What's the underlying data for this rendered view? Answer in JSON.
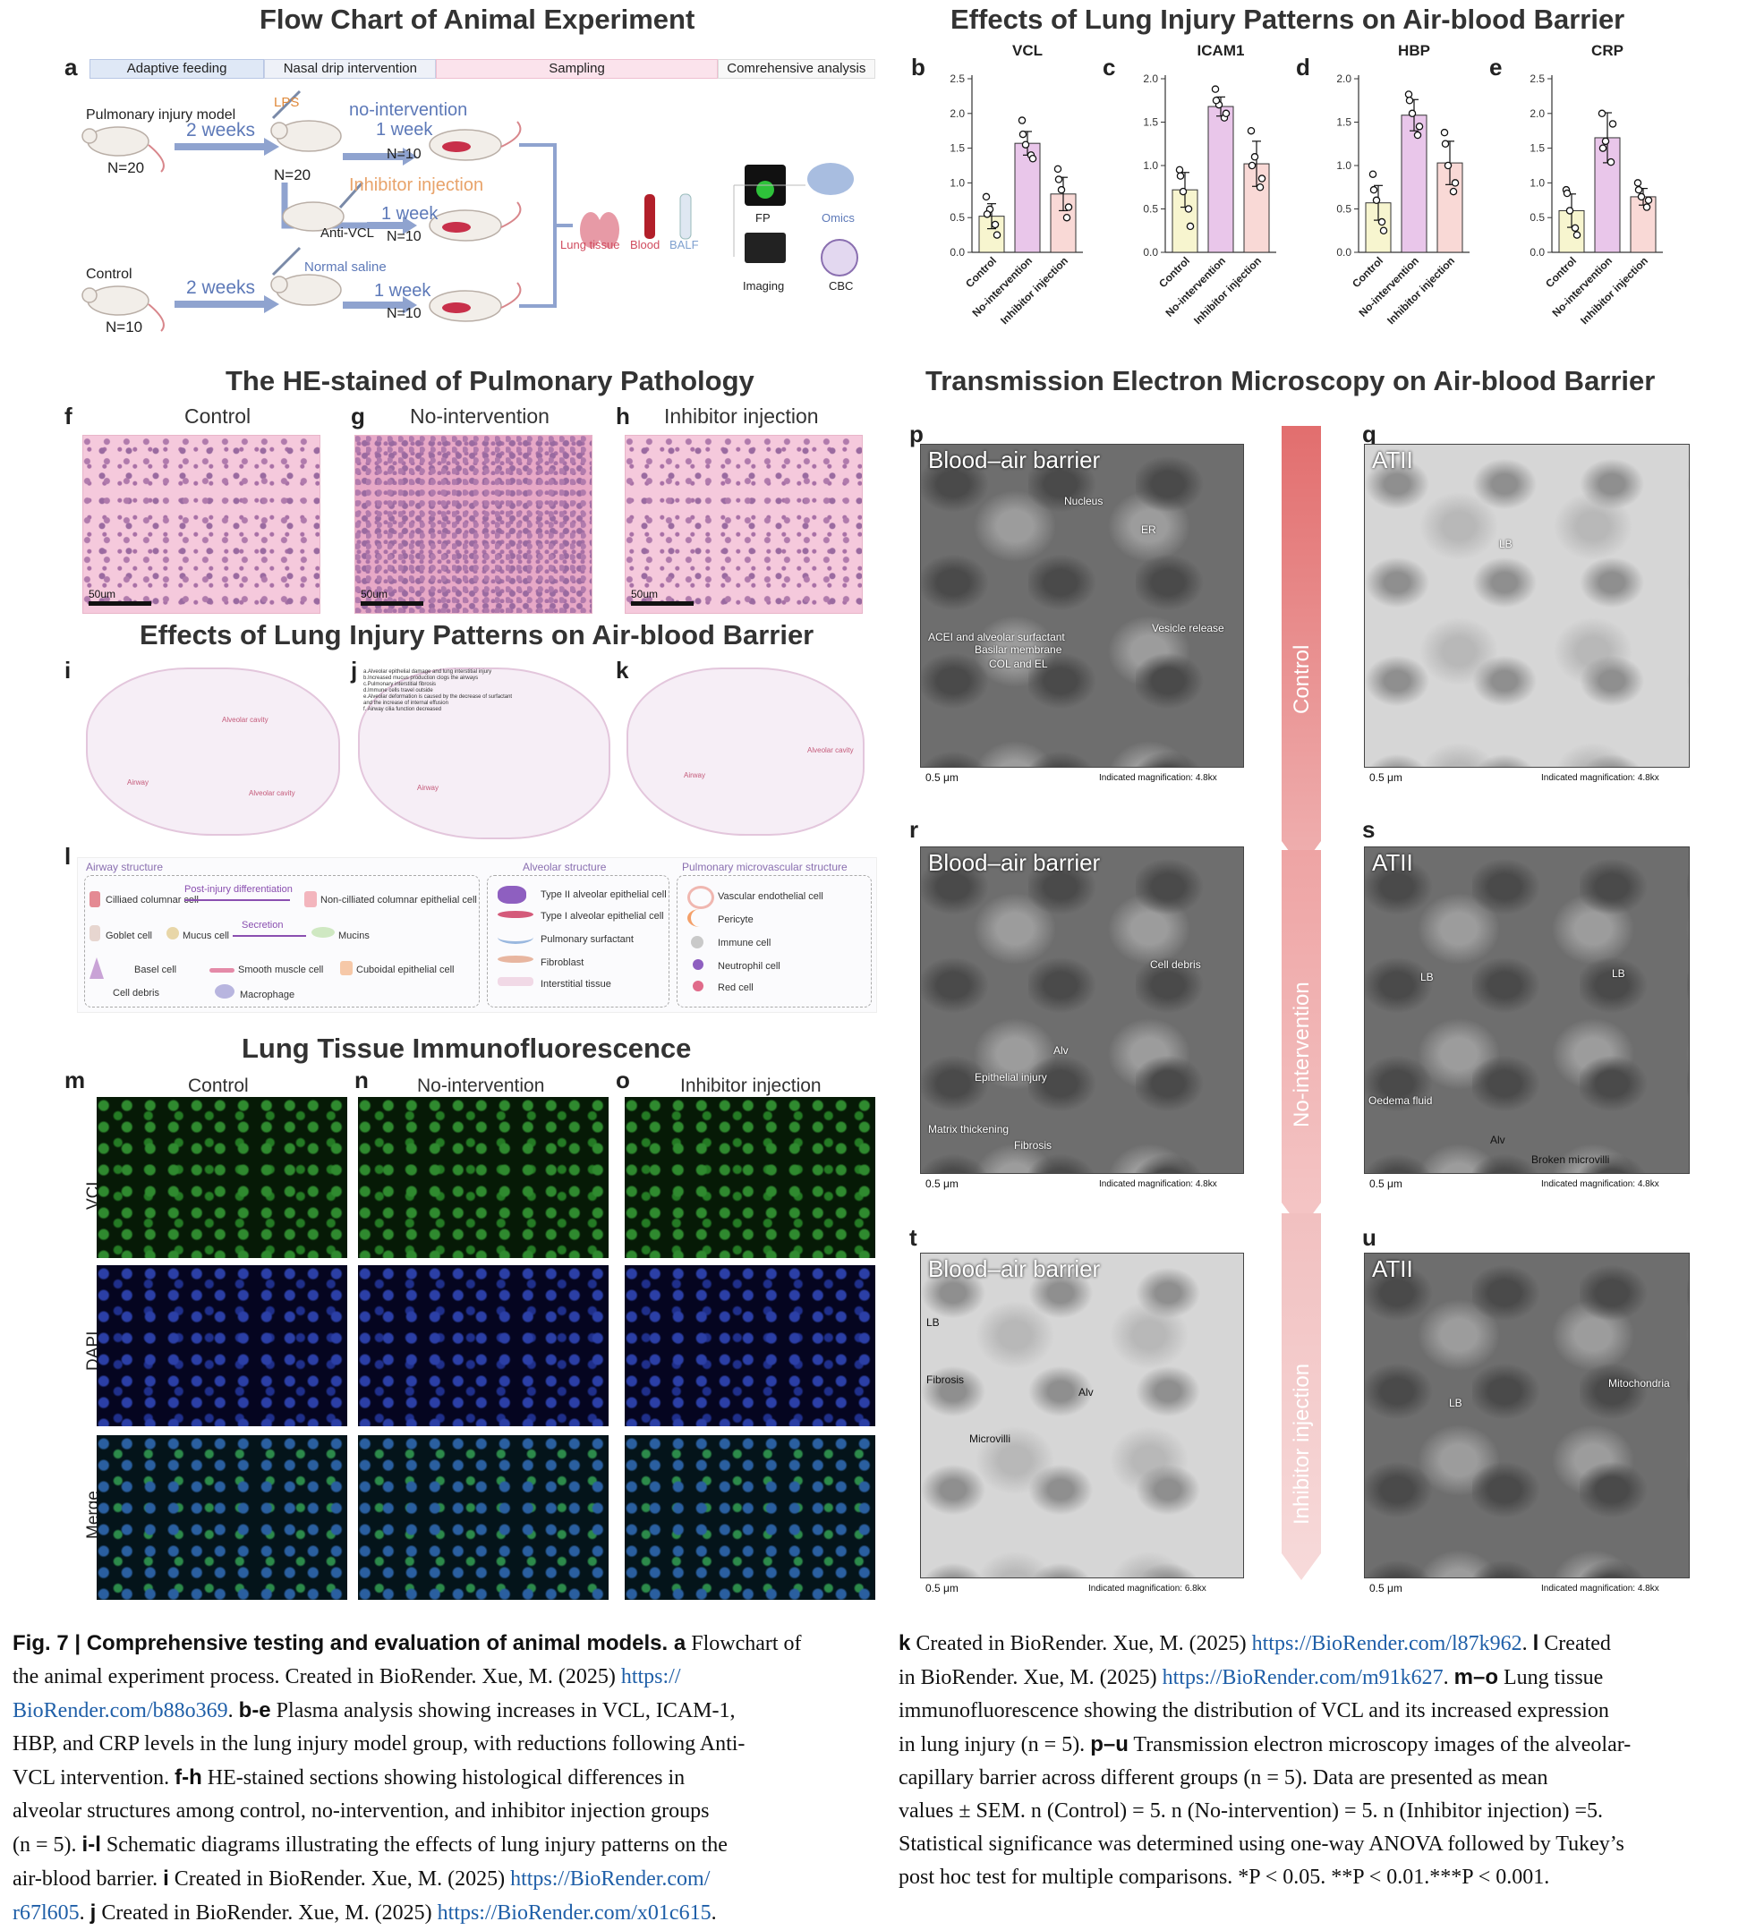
{
  "titles": {
    "flow": "Flow Chart of Animal Experiment",
    "effects_top": "Effects of Lung Injury Patterns on Air-blood Barrier",
    "he": "The HE-stained of Pulmonary Pathology",
    "tem": "Transmission Electron Microscopy on Air-blood Barrier",
    "effects_mid": "Effects of Lung Injury Patterns on Air-blood Barrier",
    "if": "Lung Tissue Immunofluorescence"
  },
  "flow": {
    "phases": [
      "Adaptive feeding",
      "Nasal drip intervention",
      "Sampling",
      "Comrehensive analysis"
    ],
    "model_label": "Pulmonary injury model",
    "n20a": "N=20",
    "n20b": "N=20",
    "n10a": "N=10",
    "n10b": "N=10",
    "n10c": "N=10",
    "n10d": "N=10",
    "two_weeks_a": "2 weeks",
    "two_weeks_b": "2 weeks",
    "lps": "LPS",
    "no_int": "no-intervention",
    "week1a": "1 week",
    "inhib": "Inhibitor injection",
    "week1b": "1 week",
    "anti_vcl": "Anti-VCL",
    "control": "Control",
    "saline": "Normal saline",
    "week1c": "1 week",
    "lung": "Lung tissue",
    "blood": "Blood",
    "balf": "BALF",
    "fp": "FP",
    "omics": "Omics",
    "imaging": "Imaging",
    "cbc": "CBC"
  },
  "panels": {
    "a": "a",
    "b": "b",
    "c": "c",
    "d": "d",
    "e": "e",
    "f": "f",
    "g": "g",
    "h": "h",
    "i": "i",
    "j": "j",
    "k": "k",
    "l": "l",
    "m": "m",
    "n": "n",
    "o": "o",
    "p": "p",
    "q": "q",
    "r": "r",
    "s": "s",
    "t": "t",
    "u": "u"
  },
  "he": {
    "control": "Control",
    "no_int": "No-intervention",
    "inhib": "Inhibitor injection",
    "scale": "50um"
  },
  "schematic": {
    "alveolar_cavity": "Alveolar cavity",
    "airway": "Airway",
    "j_notes": [
      "a.Alveolar epithelial damage and lung interstitial injury",
      "b.Increased mucus production clogs the airways",
      "c.Pulmonary interstitial fibrosis",
      "d.Immune cells travel outside",
      "e.Alveolar deformation is caused by the decrease of surfactant",
      "  and the increase of internal effusion",
      "f. Airway cilia function decreased"
    ]
  },
  "legend": {
    "airway_head": "Airway structure",
    "alveolar_head": "Alveolar structure",
    "micro_head": "Pulmonary microvascular structure",
    "airway_items": [
      "Cilliaed columnar cell",
      "Post-injury differentiation",
      "Non-cilliated columnar epithelial cell",
      "Goblet cell",
      "Mucus cell",
      "Secretion",
      "Mucins",
      "Basel cell",
      "Smooth muscle cell",
      "Cuboidal epithelial cell",
      "Cell debris",
      "Macrophage"
    ],
    "alveolar_items": [
      "Type II alveolar epithelial cell",
      "Type I alveolar epithelial cell",
      "Pulmonary surfactant",
      "Fibroblast",
      "Interstitial tissue"
    ],
    "micro_items": [
      "Vascular endothelial cell",
      "Pericyte",
      "Immune cell",
      "Neutrophil cell",
      "Red cell"
    ]
  },
  "if": {
    "control": "Control",
    "no_int": "No-intervention",
    "inhib": "Inhibitor injection",
    "rows": [
      "VCL",
      "DAPI",
      "Merge"
    ]
  },
  "tem": {
    "blood_air": "Blood–air barrier",
    "atii": "ATII",
    "arrow_labels": [
      "Control",
      "No-intervention",
      "Inhibitor injection"
    ],
    "scale": "0.5 μm",
    "mag48": "Indicated magnification: 4.8kx",
    "mag68": "Indicated magnification: 6.8kx",
    "p_ann": [
      "Nucleus",
      "ER",
      "ACEI and alveolar surfactant",
      "Basilar membrane",
      "COL and EL",
      "Vesicle release"
    ],
    "q_ann": [
      "LB"
    ],
    "r_ann": [
      "Cell debris",
      "Alv",
      "Epithelial injury",
      "Matrix thickening",
      "Fibrosis"
    ],
    "s_ann": [
      "LB",
      "LB",
      "Oedema fluid",
      "Alv",
      "Broken microvilli"
    ],
    "t_ann": [
      "LB",
      "Fibrosis",
      "Alv",
      "Microvilli"
    ],
    "u_ann": [
      "LB",
      "Mitochondria"
    ]
  },
  "colors": {
    "control": "#f7f5cf",
    "no_int": "#e9c6ea",
    "inhib": "#f9d9d6"
  },
  "chart_data": [
    {
      "type": "bar",
      "title": "VCL",
      "categories": [
        "Control",
        "No-intervention",
        "Inhibitor injection"
      ],
      "values": [
        0.52,
        1.57,
        0.84
      ],
      "errors": [
        0.18,
        0.17,
        0.24
      ],
      "ylim": [
        0,
        2.5
      ],
      "points": [
        [
          0.8,
          0.4,
          0.62,
          0.25,
          0.55
        ],
        [
          1.9,
          1.4,
          1.55,
          1.35,
          1.7
        ],
        [
          1.2,
          0.5,
          0.9,
          0.65,
          1.05
        ]
      ]
    },
    {
      "type": "bar",
      "title": "ICAM1",
      "categories": [
        "Control",
        "No-intervention",
        "Inhibitor injection"
      ],
      "values": [
        0.72,
        1.68,
        1.02
      ],
      "errors": [
        0.2,
        0.11,
        0.26
      ],
      "ylim": [
        0,
        2.0
      ],
      "points": [
        [
          0.95,
          0.5,
          0.7,
          0.3,
          0.88
        ],
        [
          1.88,
          1.55,
          1.7,
          1.6,
          1.75
        ],
        [
          1.4,
          0.75,
          1.1,
          0.85,
          1.0
        ]
      ]
    },
    {
      "type": "bar",
      "title": "HBP",
      "categories": [
        "Control",
        "No-intervention",
        "Inhibitor injection"
      ],
      "values": [
        0.57,
        1.58,
        1.03
      ],
      "errors": [
        0.2,
        0.18,
        0.25
      ],
      "ylim": [
        0,
        2.0
      ],
      "points": [
        [
          0.9,
          0.35,
          0.6,
          0.25,
          0.72
        ],
        [
          1.82,
          1.35,
          1.6,
          1.45,
          1.75
        ],
        [
          1.38,
          0.7,
          1.0,
          0.8,
          1.25
        ]
      ]
    },
    {
      "type": "bar",
      "title": "CRP",
      "categories": [
        "Control",
        "No-intervention",
        "Inhibitor injection"
      ],
      "values": [
        0.6,
        1.65,
        0.8
      ],
      "errors": [
        0.24,
        0.36,
        0.12
      ],
      "ylim": [
        0,
        2.5
      ],
      "points": [
        [
          0.9,
          0.35,
          0.6,
          0.25,
          0.85
        ],
        [
          2.0,
          1.3,
          1.6,
          1.85,
          1.5
        ],
        [
          1.0,
          0.65,
          0.8,
          0.75,
          0.9
        ]
      ]
    }
  ],
  "caption": {
    "left": [
      {
        "b": "Fig. 7 | Comprehensive testing and evaluation of animal models. a",
        "t": " Flowchart of"
      },
      {
        "t": "the animal experiment process. Created in BioRender. Xue, M. (2025) ",
        "l": "https://"
      },
      {
        "l": "BioRender.com/b88o369",
        "t": ". ",
        "b2": "b-e",
        "t2": " Plasma analysis showing increases in VCL, ICAM-1,"
      },
      {
        "t": "HBP, and CRP levels in the lung injury model group, with reductions following Anti-"
      },
      {
        "t": "VCL intervention. ",
        "b": "f-h",
        "t2": " HE-stained sections showing histological differences in"
      },
      {
        "t": "alveolar structures among control, no-intervention, and inhibitor injection groups"
      },
      {
        "t": "(n = 5). ",
        "b": "i-l",
        "t2": " Schematic diagrams illustrating the effects of lung injury patterns on the"
      },
      {
        "t": "air-blood barrier. ",
        "b": "i",
        "t2": " Created in BioRender. Xue, M. (2025) ",
        "l": "https://BioRender.com/"
      },
      {
        "l": "r67l605",
        "t": ". ",
        "b": "j",
        "t2": " Created in BioRender. Xue, M. (2025) ",
        "l2": "https://BioRender.com/x01c615",
        "t3": "."
      }
    ],
    "right": [
      {
        "b": "k",
        "t": " Created in BioRender. Xue, M. (2025) ",
        "l": "https://BioRender.com/l87k962",
        "t2": ". ",
        "b2": "l",
        "t3": " Created"
      },
      {
        "t": "in BioRender. Xue, M. (2025) ",
        "l": "https://BioRender.com/m91k627",
        "t2": ". ",
        "b2": "m–o",
        "t3": " Lung tissue"
      },
      {
        "t": "immunofluorescence showing the distribution of VCL and its increased expression"
      },
      {
        "t": "in lung injury (n = 5). ",
        "b": "p–u",
        "t2": " Transmission electron microscopy images of the alveolar-"
      },
      {
        "t": "capillary barrier across different groups (n = 5). Data are presented as mean"
      },
      {
        "t": "values ± SEM. n (Control) = 5. n (No-intervention) = 5. n (Inhibitor injection) =5."
      },
      {
        "t": "Statistical significance was determined using one-way ANOVA followed by Tukey’s"
      },
      {
        "t": "post hoc test for multiple comparisons. *P < 0.05. **P < 0.01.***P < 0.001."
      }
    ]
  }
}
